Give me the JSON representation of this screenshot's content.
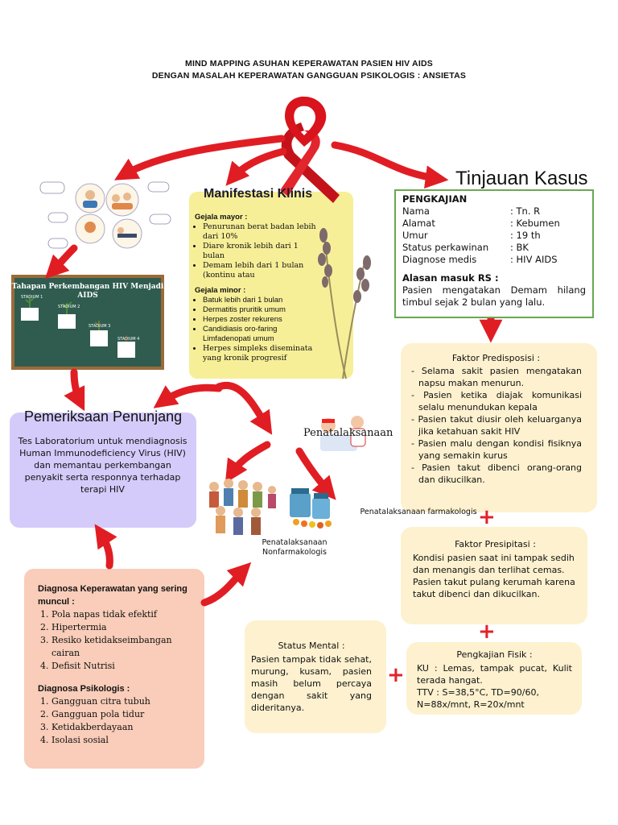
{
  "title": {
    "line1": "MIND MAPPING ASUHAN KEPERAWATAN PASIEN HIV AIDS",
    "line2": "DENGAN MASALAH KEPERAWATAN GANGGUAN PSIKOLOGIS : ANSIETAS"
  },
  "colors": {
    "arrow": "#e11d24",
    "ribbon": "#d9141c",
    "lavender_box": "#d4cbfa",
    "peach_box": "#f9cdb9",
    "yellow_box": "#f7ef98",
    "cream_box": "#fdf1cf",
    "green_border": "#6aa84f"
  },
  "tinjauan": {
    "heading": "Tinjauan Kasus",
    "pengkajian": "PENGKAJIAN",
    "rows": [
      {
        "k": "Nama",
        "v": ": Tn. R"
      },
      {
        "k": "Alamat",
        "v": ": Kebumen"
      },
      {
        "k": "Umur",
        "v": ": 19 th"
      },
      {
        "k": "Status perkawinan",
        "v": ": BK"
      },
      {
        "k": "Diagnose medis",
        "v": ": HIV AIDS"
      }
    ],
    "reason_heading": "Alasan masuk RS :",
    "reason_text": "Pasien mengatakan Demam hilang timbul sejak 2 bulan yang lalu."
  },
  "manifestasi": {
    "heading": "Manifestasi Klinis",
    "mayor_heading": "Gejala mayor :",
    "mayor": [
      "Penurunan berat badan lebih dari 10%",
      "Diare kronik lebih dari 1 bulan",
      "Demam lebih dari 1 bulan (kontinu atau"
    ],
    "minor_heading": "Gejala minor :",
    "minor": [
      "Batuk lebih dari 1 bulan",
      "Dermatitis pruritik umum",
      "Herpes zoster rekurens",
      "Candidiasis oro-faring Limfadenopati umum",
      "Herpes simpleks diseminata yang kronik progresif"
    ]
  },
  "board": {
    "title": "Tahapan Perkembangan HIV Menjadi AIDS",
    "stage1": "STADIUM 1",
    "stage2": "STADIUM 2",
    "stage3": "STADIUM 3",
    "stage4": "STADIUM 4"
  },
  "pemeriksaan": {
    "heading": "Pemeriksaan Penunjang",
    "text": "Tes Laboratorium untuk mendiagnosis Human Immunodeficiency Virus (HIV) dan memantau perkembangan penyakit serta responnya terhadap terapi HIV"
  },
  "diagnosa": {
    "kep_heading": "Diagnosa Keperawatan yang sering muncul :",
    "kep": [
      "Pola napas tidak efektif",
      "Hipertermia",
      "Resiko ketidakseimbangan cairan",
      "Defisit Nutrisi"
    ],
    "psi_heading": "Diagnosa Psikologis :",
    "psi": [
      "Gangguan citra tubuh",
      "Gangguan pola tidur",
      "Ketidakberdayaan",
      "Isolasi sosial"
    ]
  },
  "penatalaksanaan": {
    "heading": "Penatalaksanaan",
    "farmakologis": "Penatalaksanaan farmakologis",
    "nonfarmakologis": "Penatalaksanaan Nonfarmakologis"
  },
  "predisposisi": {
    "heading": "Faktor Predisposisi :",
    "items": [
      "Selama sakit pasien mengatakan napsu makan menurun.",
      "Pasien ketika diajak komunikasi selalu menundukan kepala",
      "Pasien takut diusir oleh keluarganya jika ketahuan sakit HIV",
      "Pasien malu dengan kondisi fisiknya yang semakin kurus",
      "Pasien takut dibenci orang-orang dan dikucilkan."
    ]
  },
  "presipitasi": {
    "heading": "Faktor Presipitasi :",
    "text": "Kondisi pasien saat ini tampak sedih dan menangis dan terlihat cemas. Pasien takut pulang kerumah karena takut dibenci dan dikucilkan."
  },
  "fisik": {
    "heading": "Pengkajian Fisik :",
    "ku": "KU : Lemas, tampak pucat, Kulit terada hangat.",
    "ttv": "TTV : S=38,5°C, TD=90/60, N=88x/mnt, R=20x/mnt"
  },
  "mental": {
    "heading": "Status Mental :",
    "text": "Pasien tampak tidak sehat, murung, kusam, pasien masih belum percaya dengan sakit yang dideritanya."
  },
  "plus": "+"
}
